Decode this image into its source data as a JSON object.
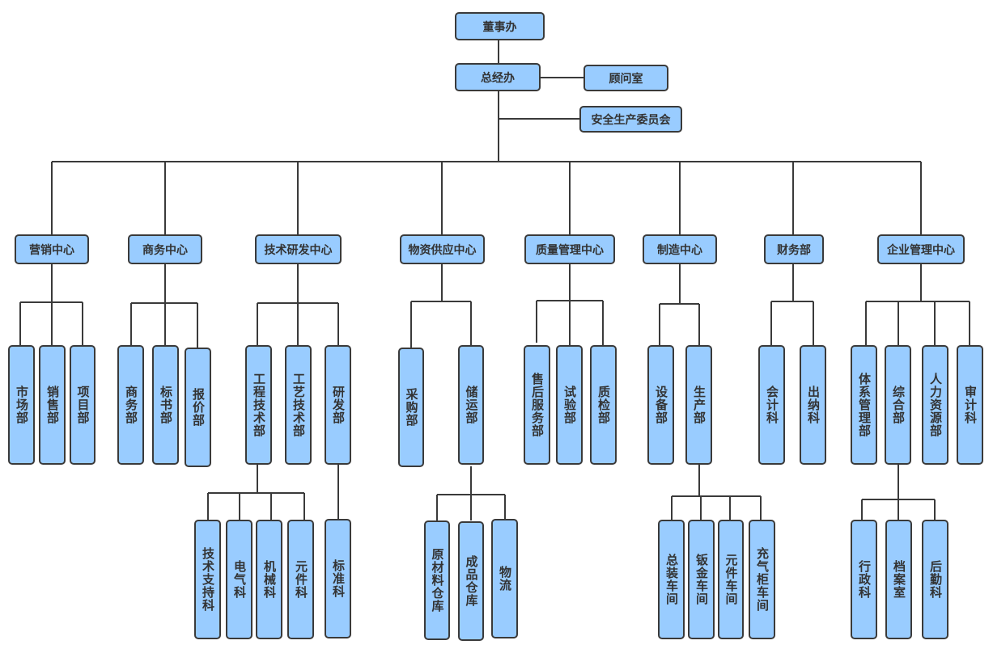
{
  "colors": {
    "node_fill": "#99ccff",
    "node_border": "#3a3a3a",
    "line": "#3a3a3a",
    "text": "#333333"
  },
  "top": {
    "board": "董事办",
    "gm": "总经办",
    "advisor": "顾问室",
    "safety": "安全生产委员会"
  },
  "divisions": [
    {
      "label": "营销中心",
      "children": [
        {
          "label": "市场部"
        },
        {
          "label": "销售部"
        },
        {
          "label": "项目部"
        }
      ]
    },
    {
      "label": "商务中心",
      "children": [
        {
          "label": "商务部"
        },
        {
          "label": "标书部"
        },
        {
          "label": "报价部"
        }
      ]
    },
    {
      "label": "技术研发中心",
      "children": [
        {
          "label": "工程技术部",
          "children": [
            {
              "label": "技术支持科"
            },
            {
              "label": "电气科"
            },
            {
              "label": "机械科"
            },
            {
              "label": "元件科"
            }
          ]
        },
        {
          "label": "工艺技术部"
        },
        {
          "label": "研发部",
          "children": [
            {
              "label": "标准科"
            }
          ]
        }
      ]
    },
    {
      "label": "物资供应中心",
      "children": [
        {
          "label": "采购部"
        },
        {
          "label": "储运部",
          "children": [
            {
              "label": "原材料仓库"
            },
            {
              "label": "成品仓库"
            },
            {
              "label": "物流"
            }
          ]
        }
      ]
    },
    {
      "label": "质量管理中心",
      "children": [
        {
          "label": "售后服务部"
        },
        {
          "label": "试验部"
        },
        {
          "label": "质检部"
        }
      ]
    },
    {
      "label": "制造中心",
      "children": [
        {
          "label": "设备部"
        },
        {
          "label": "生产部",
          "children": [
            {
              "label": "总装车间"
            },
            {
              "label": "钣金车间"
            },
            {
              "label": "元件车间"
            },
            {
              "label": "充气柜车间"
            }
          ]
        }
      ]
    },
    {
      "label": "财务部",
      "children": [
        {
          "label": "会计科"
        },
        {
          "label": "出纳科"
        }
      ]
    },
    {
      "label": "企业管理中心",
      "children": [
        {
          "label": "体系管理部"
        },
        {
          "label": "综合部",
          "children": [
            {
              "label": "行政科"
            },
            {
              "label": "档案室"
            },
            {
              "label": "后勤科"
            }
          ]
        },
        {
          "label": "人力资源部"
        },
        {
          "label": "审计科"
        }
      ]
    }
  ]
}
